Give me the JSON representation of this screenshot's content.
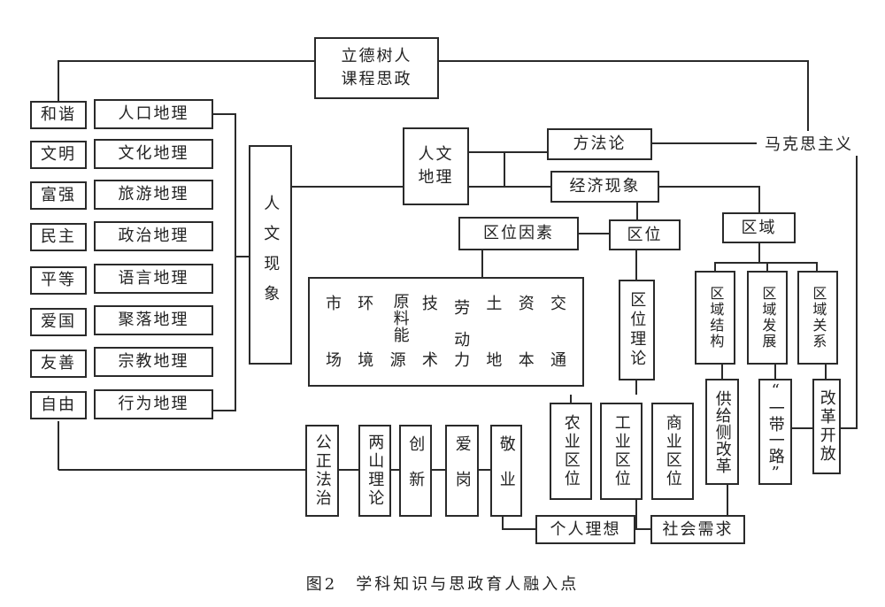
{
  "top_box": "立德树人\n课程思政",
  "marxism": "马克思主义",
  "values": [
    "和谐",
    "文明",
    "富强",
    "民主",
    "平等",
    "爱国",
    "友善",
    "自由"
  ],
  "subjects": [
    "人口地理",
    "文化地理",
    "旅游地理",
    "政治地理",
    "语言地理",
    "聚落地理",
    "宗教地理",
    "行为地理"
  ],
  "human_phenomena": "人文现象",
  "human_geography": "人文\n地理",
  "methodology": "方法论",
  "economic_phenomena": "经济现象",
  "location_factors": "区位因素",
  "location": "区位",
  "location_theory": "区位理论",
  "region": "区域",
  "factors": [
    {
      "top": "市",
      "bottom": "场"
    },
    {
      "top": "环",
      "bottom": "境"
    },
    {
      "top": "原料能",
      "bottom": "源"
    },
    {
      "top": "技",
      "bottom": "术"
    },
    {
      "top": "劳\n动",
      "bottom": "力"
    },
    {
      "top": "土",
      "bottom": "地"
    },
    {
      "top": "资",
      "bottom": "本"
    },
    {
      "top": "交",
      "bottom": "通"
    }
  ],
  "region_items": [
    "区域结构",
    "区域发展",
    "区域关系"
  ],
  "location_types": [
    "农业区位",
    "工业区位",
    "商业区位"
  ],
  "policies": [
    "供给侧改革",
    "“一带一路”",
    "改革开放"
  ],
  "bottom_items": [
    "公正法治",
    "两山理论",
    "创新",
    "爱岗",
    "敬业"
  ],
  "personal_ideal": "个人理想",
  "social_demand": "社会需求",
  "caption": "图2　学科知识与思政育人融入点"
}
